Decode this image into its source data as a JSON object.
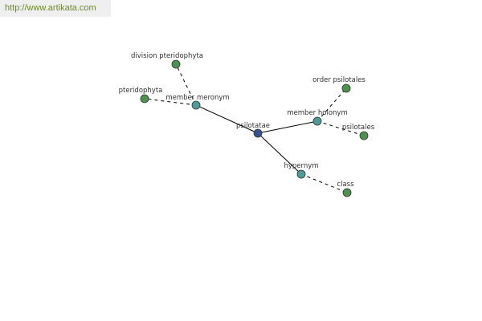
{
  "header": {
    "url": "http://www.artikata.com"
  },
  "colors": {
    "center_node": "#3b4f8f",
    "relation_node": "#4f9a9a",
    "term_node": "#4f8f4f",
    "node_stroke": "#2a3a2a",
    "edge": "#000000",
    "url_text": "#6c8a2a"
  },
  "nodes": [
    {
      "id": "psilotatae",
      "label": "psilotatae",
      "kind": "center"
    },
    {
      "id": "member-meronym",
      "label": "member meronym",
      "kind": "relation"
    },
    {
      "id": "member-holonym",
      "label": "member holonym",
      "kind": "relation"
    },
    {
      "id": "hypernym",
      "label": "hypernym",
      "kind": "relation"
    },
    {
      "id": "division-pteridophyta",
      "label": "division pteridophyta",
      "kind": "term"
    },
    {
      "id": "pteridophyta",
      "label": "pteridophyta",
      "kind": "term"
    },
    {
      "id": "order-psilotales",
      "label": "order psilotales",
      "kind": "term"
    },
    {
      "id": "psilotales",
      "label": "psilotales",
      "kind": "term"
    },
    {
      "id": "class",
      "label": "class",
      "kind": "term"
    }
  ],
  "edges": [
    {
      "from": "psilotatae",
      "to": "member-meronym",
      "style": "solid"
    },
    {
      "from": "psilotatae",
      "to": "member-holonym",
      "style": "solid"
    },
    {
      "from": "psilotatae",
      "to": "hypernym",
      "style": "solid"
    },
    {
      "from": "member-meronym",
      "to": "division-pteridophyta",
      "style": "dashed"
    },
    {
      "from": "member-meronym",
      "to": "pteridophyta",
      "style": "dashed"
    },
    {
      "from": "member-holonym",
      "to": "order-psilotales",
      "style": "dashed"
    },
    {
      "from": "member-holonym",
      "to": "psilotales",
      "style": "dashed"
    },
    {
      "from": "hypernym",
      "to": "class",
      "style": "dashed"
    }
  ]
}
